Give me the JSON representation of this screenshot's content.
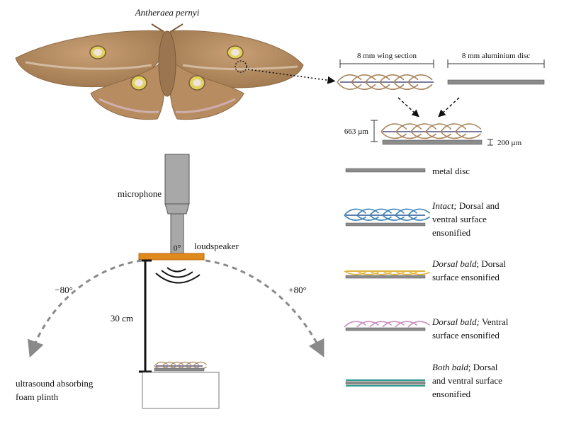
{
  "species": "Antheraea pernyi",
  "wing_section_label": "8 mm wing section",
  "disc_label": "8 mm aluminium disc",
  "thickness_label": "663 µm",
  "gap_label": "200 µm",
  "microphone_label": "microphone",
  "loudspeaker_label": "loudspeaker",
  "angle_zero": "0°",
  "angle_neg": "−80°",
  "angle_pos": "+80°",
  "distance_label": "30 cm",
  "plinth_label": {
    "line1": "ultrasound absorbing",
    "line2": "foam plinth"
  },
  "legend": {
    "metal_disc": "metal disc",
    "intact": {
      "italic": "Intact;",
      "line1_rest": " Dorsal and",
      "line2": "ventral surface",
      "line3": "ensonified"
    },
    "dorsal_bald_dorsal": {
      "italic": "Dorsal bald",
      "line1_rest": "; Dorsal",
      "line2": "surface ensonified"
    },
    "dorsal_bald_ventral": {
      "italic": "Dorsal bald;",
      "line1_rest": " Ventral",
      "line2": "surface ensonified"
    },
    "both_bald": {
      "italic": "Both bald",
      "line1_rest": "; Dorsal",
      "line2": "and ventral surface",
      "line3": "ensonified"
    }
  },
  "colors": {
    "scale_brown": "#a9865f",
    "disc_grey": "#8c8c8c",
    "intact_blue": "#3a7fb5",
    "dorsal_yellow": "#e2b43c",
    "ventral_pink": "#c990c2",
    "both_teal": "#2a9d8f",
    "speaker_orange": "#e08a1e",
    "wing": "#b48a5e"
  }
}
